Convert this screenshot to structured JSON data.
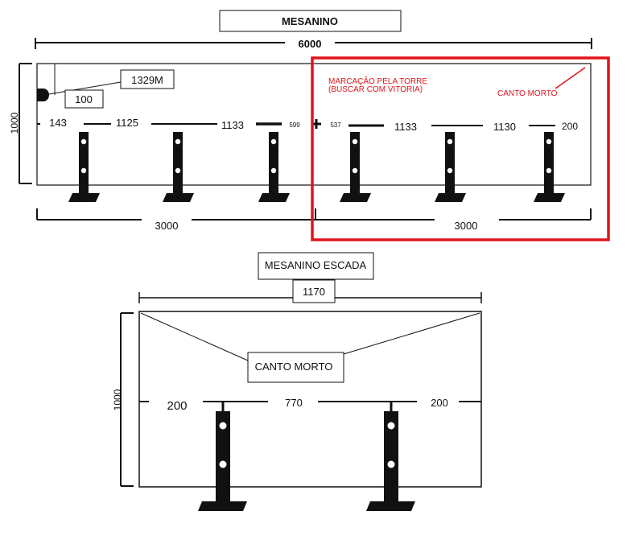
{
  "top": {
    "title": "MESANINO",
    "total_width": "6000",
    "height_label": "1000",
    "marker_label": "1329M",
    "offset_label": "100",
    "spacing_labels": [
      "143",
      "1125",
      "1133",
      "599",
      "537",
      "1133",
      "1130",
      "200"
    ],
    "bottom_left": "3000",
    "bottom_right": "3000",
    "note": [
      "MARCAÇÃO PELA TORRE",
      "(BUSCAR COM VITORIA)"
    ],
    "dead_corner": "CANTO MORTO",
    "highlight_color": "#e0141b"
  },
  "bottom": {
    "title": "MESANINO ESCADA",
    "total_width": "1170",
    "height_label": "1000",
    "dead_corner": "CANTO MORTO",
    "spacing_labels": [
      "200",
      "770",
      "200"
    ]
  }
}
